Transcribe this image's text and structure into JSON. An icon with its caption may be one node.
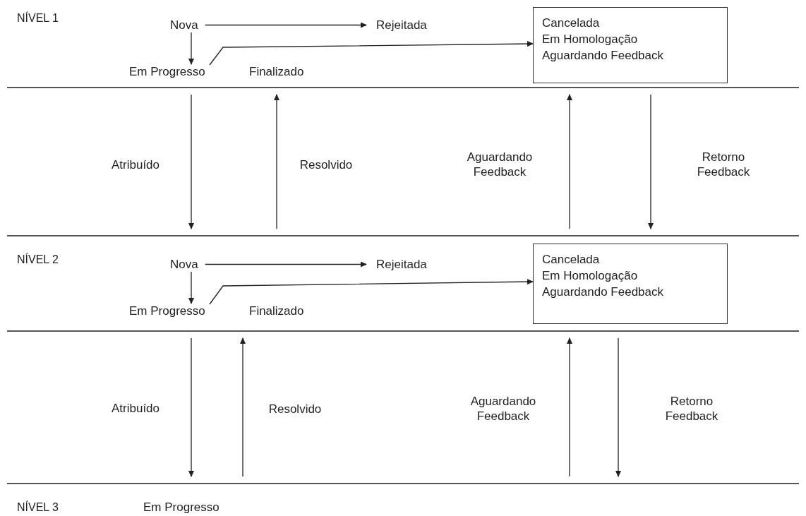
{
  "diagram": {
    "nodes": [
      {
        "text": [
          "NÍVEL 1"
        ]
      },
      {
        "text": [
          "Nova"
        ],
        "in": 0
      },
      {
        "text": [
          "Rejeitada"
        ],
        "in": 0
      },
      {
        "text": [
          "Em Progresso"
        ],
        "in": 0
      },
      {
        "text": [
          "Finalizado"
        ],
        "in": 0
      },
      {
        "text": [
          "Cancelada",
          "Em Homologação",
          "Aguardando Feedback"
        ],
        "in": 0
      },
      {
        "text": [
          "NÍVEL 2"
        ]
      },
      {
        "text": [
          "Nova"
        ],
        "in": 6
      },
      {
        "text": [
          "Rejeitada"
        ],
        "in": 6
      },
      {
        "text": [
          "Em Progresso"
        ],
        "in": 6
      },
      {
        "text": [
          "Finalizado"
        ],
        "in": 6
      },
      {
        "text": [
          "Cancelada",
          "Em Homologação",
          "Aguardando Feedback"
        ],
        "in": 6
      },
      {
        "text": [
          "NÍVEL 3"
        ]
      },
      {
        "text": [
          "Em Progresso"
        ],
        "in": 12
      }
    ],
    "edges": [
      {
        "from": 1,
        "to": 2,
        "arrow": "to"
      },
      {
        "from": 1,
        "to": 3,
        "arrow": "to"
      },
      {
        "from": 3,
        "to": 5,
        "arrow": "to"
      },
      {
        "from": 0,
        "to": 6,
        "arrow": "to",
        "label": "Atribuído"
      },
      {
        "from": 6,
        "to": 0,
        "arrow": "to",
        "label": "Resolvido"
      },
      {
        "from": 6,
        "to": 0,
        "arrow": "to",
        "label": "Aguardando Feedback"
      },
      {
        "from": 0,
        "to": 6,
        "arrow": "to",
        "label": "Retorno Feedback"
      },
      {
        "from": 7,
        "to": 8,
        "arrow": "to"
      },
      {
        "from": 7,
        "to": 9,
        "arrow": "to"
      },
      {
        "from": 9,
        "to": 11,
        "arrow": "to"
      },
      {
        "from": 6,
        "to": 12,
        "arrow": "to",
        "label": "Atribuído"
      },
      {
        "from": 12,
        "to": 6,
        "arrow": "to",
        "label": "Resolvido"
      },
      {
        "from": 12,
        "to": 6,
        "arrow": "to",
        "label": "Aguardando Feedback"
      },
      {
        "from": 6,
        "to": 12,
        "arrow": "to",
        "label": "Retorno Feedback"
      }
    ]
  }
}
